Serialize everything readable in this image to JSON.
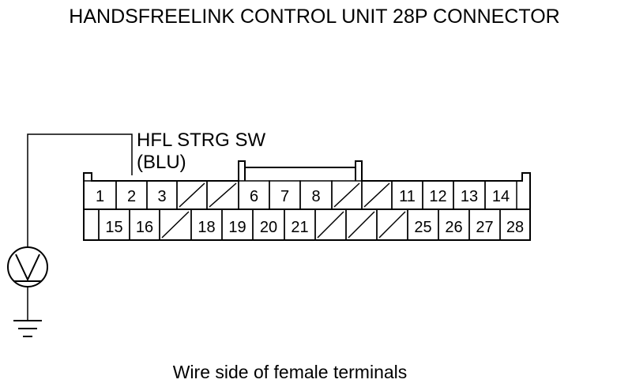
{
  "title": "HANDSFREELINK CONTROL UNIT 28P CONNECTOR",
  "wire_label": {
    "line1": "HFL STRG SW",
    "line2": "(BLU)"
  },
  "top_row": [
    "1",
    "2",
    "3",
    "",
    "",
    "6",
    "7",
    "8",
    "",
    "",
    "11",
    "12",
    "13",
    "14"
  ],
  "bottom_row": [
    "",
    "15",
    "16",
    "",
    "18",
    "19",
    "20",
    "21",
    "",
    "",
    "",
    "25",
    "26",
    "27",
    "28"
  ],
  "probe_pin": "2",
  "caption": "Wire side of female terminals",
  "icons": {
    "meter": "voltmeter-icon",
    "ground": "ground-icon"
  }
}
